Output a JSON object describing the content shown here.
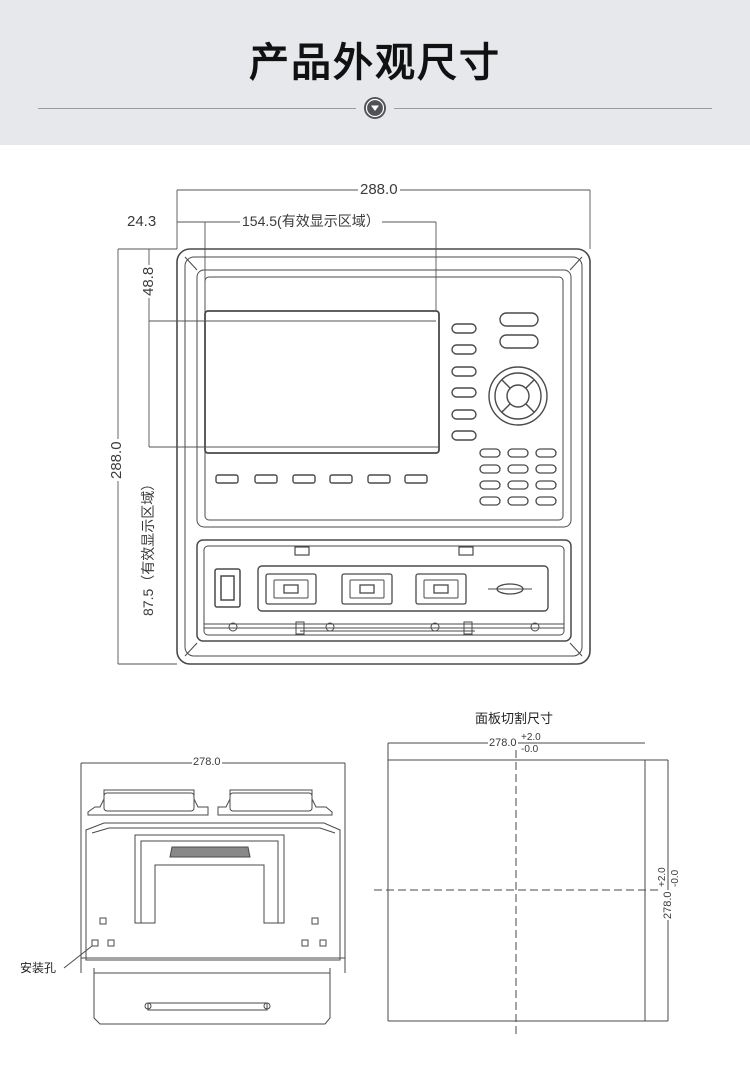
{
  "header": {
    "title": "产品外观尺寸",
    "badge_icon": "chevron-down-icon"
  },
  "front_view": {
    "total_width": "288.0",
    "left_offset": "24.3",
    "display_width": "154.5(有效显示区域）",
    "total_height": "288.0",
    "top_offset": "48.8",
    "display_height": "87.5（有效显示区域）"
  },
  "side_view": {
    "width": "278.0",
    "mounting_hole_label": "安装孔"
  },
  "panel_cutout": {
    "title": "面板切割尺寸",
    "width": "278.0",
    "height": "278.0",
    "tol_plus": "+2.0",
    "tol_minus": "-0.0"
  },
  "colors": {
    "header_bg": "#e6e8ec",
    "line": "#4a4a4a",
    "badge": "#505257"
  }
}
